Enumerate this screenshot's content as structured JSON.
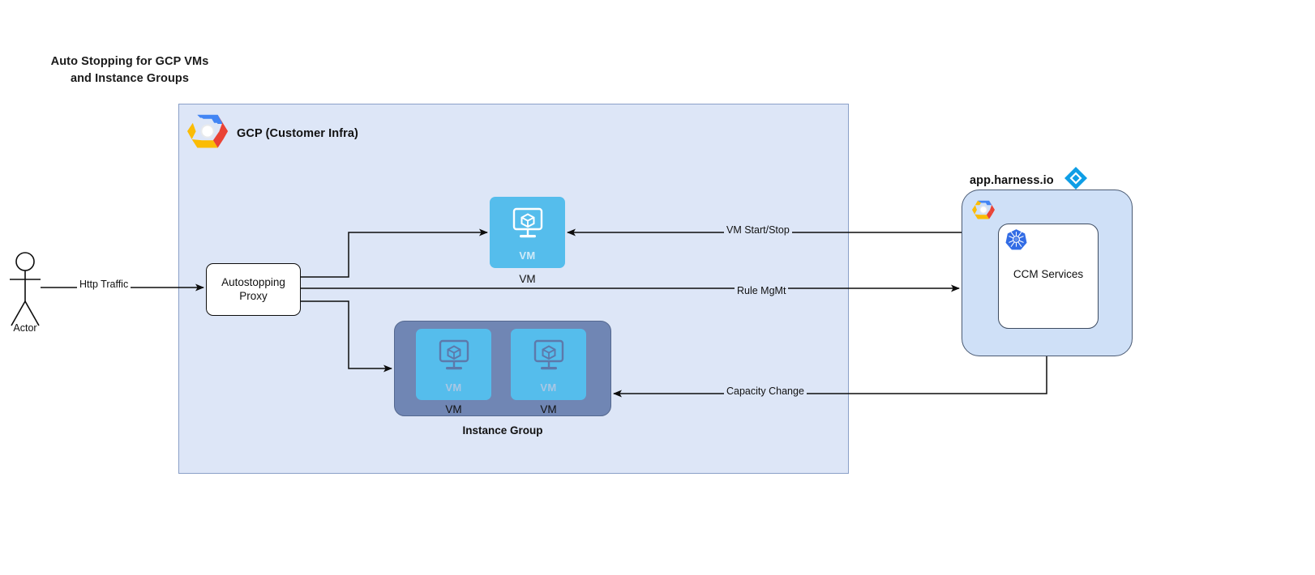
{
  "diagram": {
    "title": "Auto Stopping for GCP VMs\nand Instance Groups",
    "title_line1": "Auto Stopping for GCP VMs",
    "title_line2": "and Instance Groups"
  },
  "actor": {
    "label": "Actor",
    "icon": "stick-figure-actor-icon"
  },
  "gcp_container": {
    "label": "GCP (Customer Infra)",
    "icon": "gcp-hexagon-logo",
    "background": "#dde6f7",
    "border": "#8aa0c8"
  },
  "proxy": {
    "label_line1": "Autostopping",
    "label_line2": "Proxy"
  },
  "vm_standalone": {
    "tile_label": "VM",
    "caption": "VM",
    "icon": "vm-monitor-cube-icon",
    "color": "#55bdec"
  },
  "instance_group": {
    "title": "Instance Group",
    "color": "#7086b4",
    "members": [
      {
        "tile_label": "VM",
        "caption": "VM",
        "icon": "vm-monitor-cube-icon"
      },
      {
        "tile_label": "VM",
        "caption": "VM",
        "icon": "vm-monitor-cube-icon"
      }
    ]
  },
  "harness": {
    "label": "app.harness.io",
    "logo_icon": "harness-diamond-logo",
    "logo_color": "#0e9ee6",
    "panel_color": "#cfe0f7",
    "gcp_icon": "gcp-hexagon-logo",
    "service": {
      "label": "CCM Services",
      "icon": "kubernetes-helm-logo",
      "icon_color": "#326ce5"
    }
  },
  "connections": [
    {
      "label": "Http Traffic",
      "from": "actor",
      "to": "proxy"
    },
    {
      "label": "VM Start/Stop",
      "from": "ccm-services",
      "to": "vm-standalone"
    },
    {
      "label": "Rule MgMt",
      "from": "proxy",
      "to": "ccm-services"
    },
    {
      "label": "Capacity Change",
      "from": "ccm-services",
      "to": "instance-group"
    }
  ]
}
